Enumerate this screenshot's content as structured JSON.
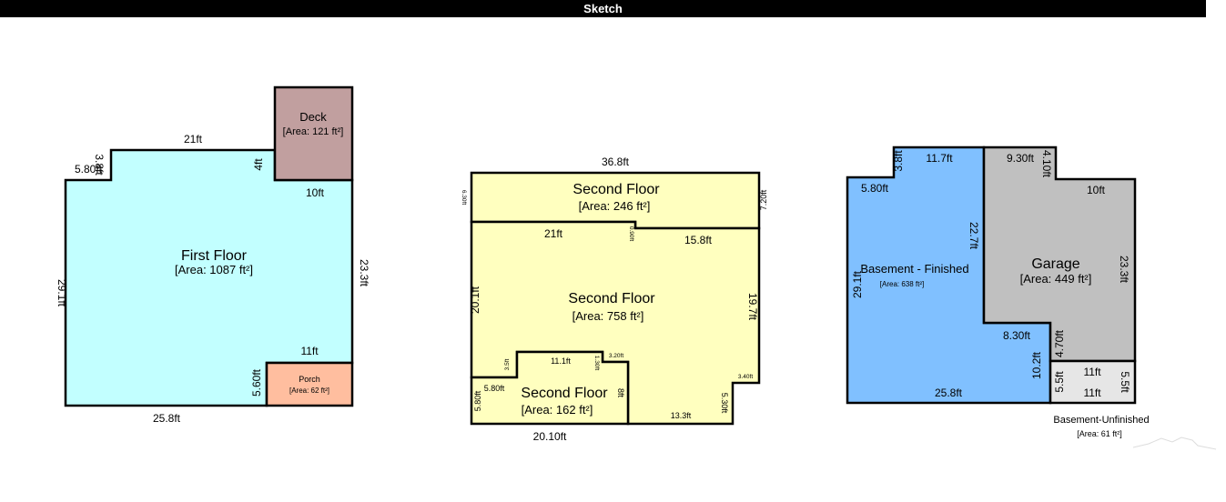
{
  "header": {
    "title": "Sketch"
  },
  "rooms": {
    "first_floor": {
      "name": "First Floor",
      "area": "[Area: 1087 ft²]",
      "color": "#c2ffff"
    },
    "deck": {
      "name": "Deck",
      "area": "[Area: 121 ft²]",
      "color": "#c19f9f"
    },
    "porch": {
      "name": "Porch",
      "area": "[Area: 62 ft²]",
      "color": "#ffbe9f"
    },
    "second_floor_top": {
      "name": "Second Floor",
      "area": "[Area: 246 ft²]",
      "color": "#ffffbf"
    },
    "second_floor_main": {
      "name": "Second Floor",
      "area": "[Area: 758 ft²]",
      "color": "#ffffbf"
    },
    "second_floor_small": {
      "name": "Second Floor",
      "area": "[Area: 162 ft²]",
      "color": "#ffffbf"
    },
    "basement_finished": {
      "name": "Basement - Finished",
      "area": "[Area: 638 ft²]",
      "color": "#80c0ff"
    },
    "garage": {
      "name": "Garage",
      "area": "[Area: 449 ft²]",
      "color": "#c0c0c0"
    },
    "basement_unfinished": {
      "name": "Basement-Unfinished",
      "area": "[Area: 61 ft²]",
      "color": "#e6e6e6"
    }
  },
  "dims": {
    "ff_top": "21ft",
    "ff_step_v": "3.8ft",
    "ff_step_h": "5.80ft",
    "ff_left": "29.1ft",
    "ff_bottom": "25.8ft",
    "ff_right": "23.3ft",
    "ff_deck_left": "4ft",
    "ff_deck_bottom": "10ft",
    "ff_porch_top": "11ft",
    "ff_porch_left": "5.60ft",
    "sf_top": "36.8ft",
    "sf_left_top": "6.30ft",
    "sf_right_top": "7.20ft",
    "sf_mid_left": "21ft",
    "sf_mid_notch": "0.90ft",
    "sf_mid_right": "15.8ft",
    "sf_left": "20.1ft",
    "sf_right": "19.7ft",
    "sf_notch_step": "3.40ft",
    "sf_notch_v": "5.30ft",
    "sf_bottom_right": "13.3ft",
    "sf_small_bottom": "20.10ft",
    "sf_small_left": "5.80ft",
    "sf_small_left_h": "5.80ft",
    "sf_small_step": "3.5ft",
    "sf_small_top": "11.1ft",
    "sf_small_notch_v": "1.30ft",
    "sf_small_notch_h": "3.20ft",
    "sf_small_right": "8ft",
    "bf_step_v": "3.8ft",
    "bf_top": "11.7ft",
    "bf_left_top": "5.80ft",
    "bf_left": "29.1ft",
    "bf_divider": "22.7ft",
    "bf_bottom": "25.8ft",
    "bf_step_h": "8.30ft",
    "bf_right_low": "10.2ft",
    "g_top": "9.30ft",
    "g_step_v": "4.10ft",
    "g_top_right": "10ft",
    "g_right": "23.3ft",
    "g_bottom_left": "4.70ft",
    "bu_top": "11ft",
    "bu_bottom": "11ft",
    "bu_left": "5.5ft",
    "bu_right": "5.5ft"
  }
}
